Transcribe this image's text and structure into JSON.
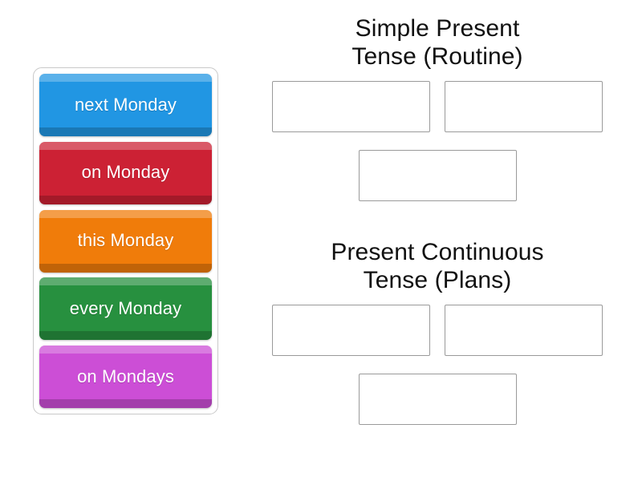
{
  "activity": {
    "type": "drag-and-drop-group-sort",
    "background_color": "#ffffff"
  },
  "tiles_panel": {
    "name": "draggable-word-tiles",
    "tiles": [
      {
        "label": "next Monday",
        "color": "#2196e3",
        "bevel_top": "#57b4ec",
        "bevel_bottom": "#1a7cc0"
      },
      {
        "label": "on Monday",
        "color": "#cc2134",
        "bevel_top": "#dc4a59",
        "bevel_bottom": "#a3152a"
      },
      {
        "label": "this Monday",
        "color": "#f07c0a",
        "bevel_top": "#f59b3d",
        "bevel_bottom": "#c4620a"
      },
      {
        "label": "every Monday",
        "color": "#27903f",
        "bevel_top": "#3aad56",
        "bevel_bottom": "#1c6e31"
      },
      {
        "label": "on Mondays",
        "color": "#cc4ed6",
        "bevel_top": "#da74e1",
        "bevel_bottom": "#a733b4"
      }
    ]
  },
  "categories": [
    {
      "title_line1": "Simple Present",
      "title_line2": "Tense (Routine)",
      "dropzones": [
        {
          "label": "",
          "placeholder": ""
        },
        {
          "label": "",
          "placeholder": ""
        },
        {
          "label": "",
          "placeholder": ""
        }
      ]
    },
    {
      "title_line1": "Present Continuous",
      "title_line2": "Tense (Plans)",
      "dropzones": [
        {
          "label": "",
          "placeholder": ""
        },
        {
          "label": "",
          "placeholder": ""
        },
        {
          "label": "",
          "placeholder": ""
        }
      ]
    }
  ]
}
